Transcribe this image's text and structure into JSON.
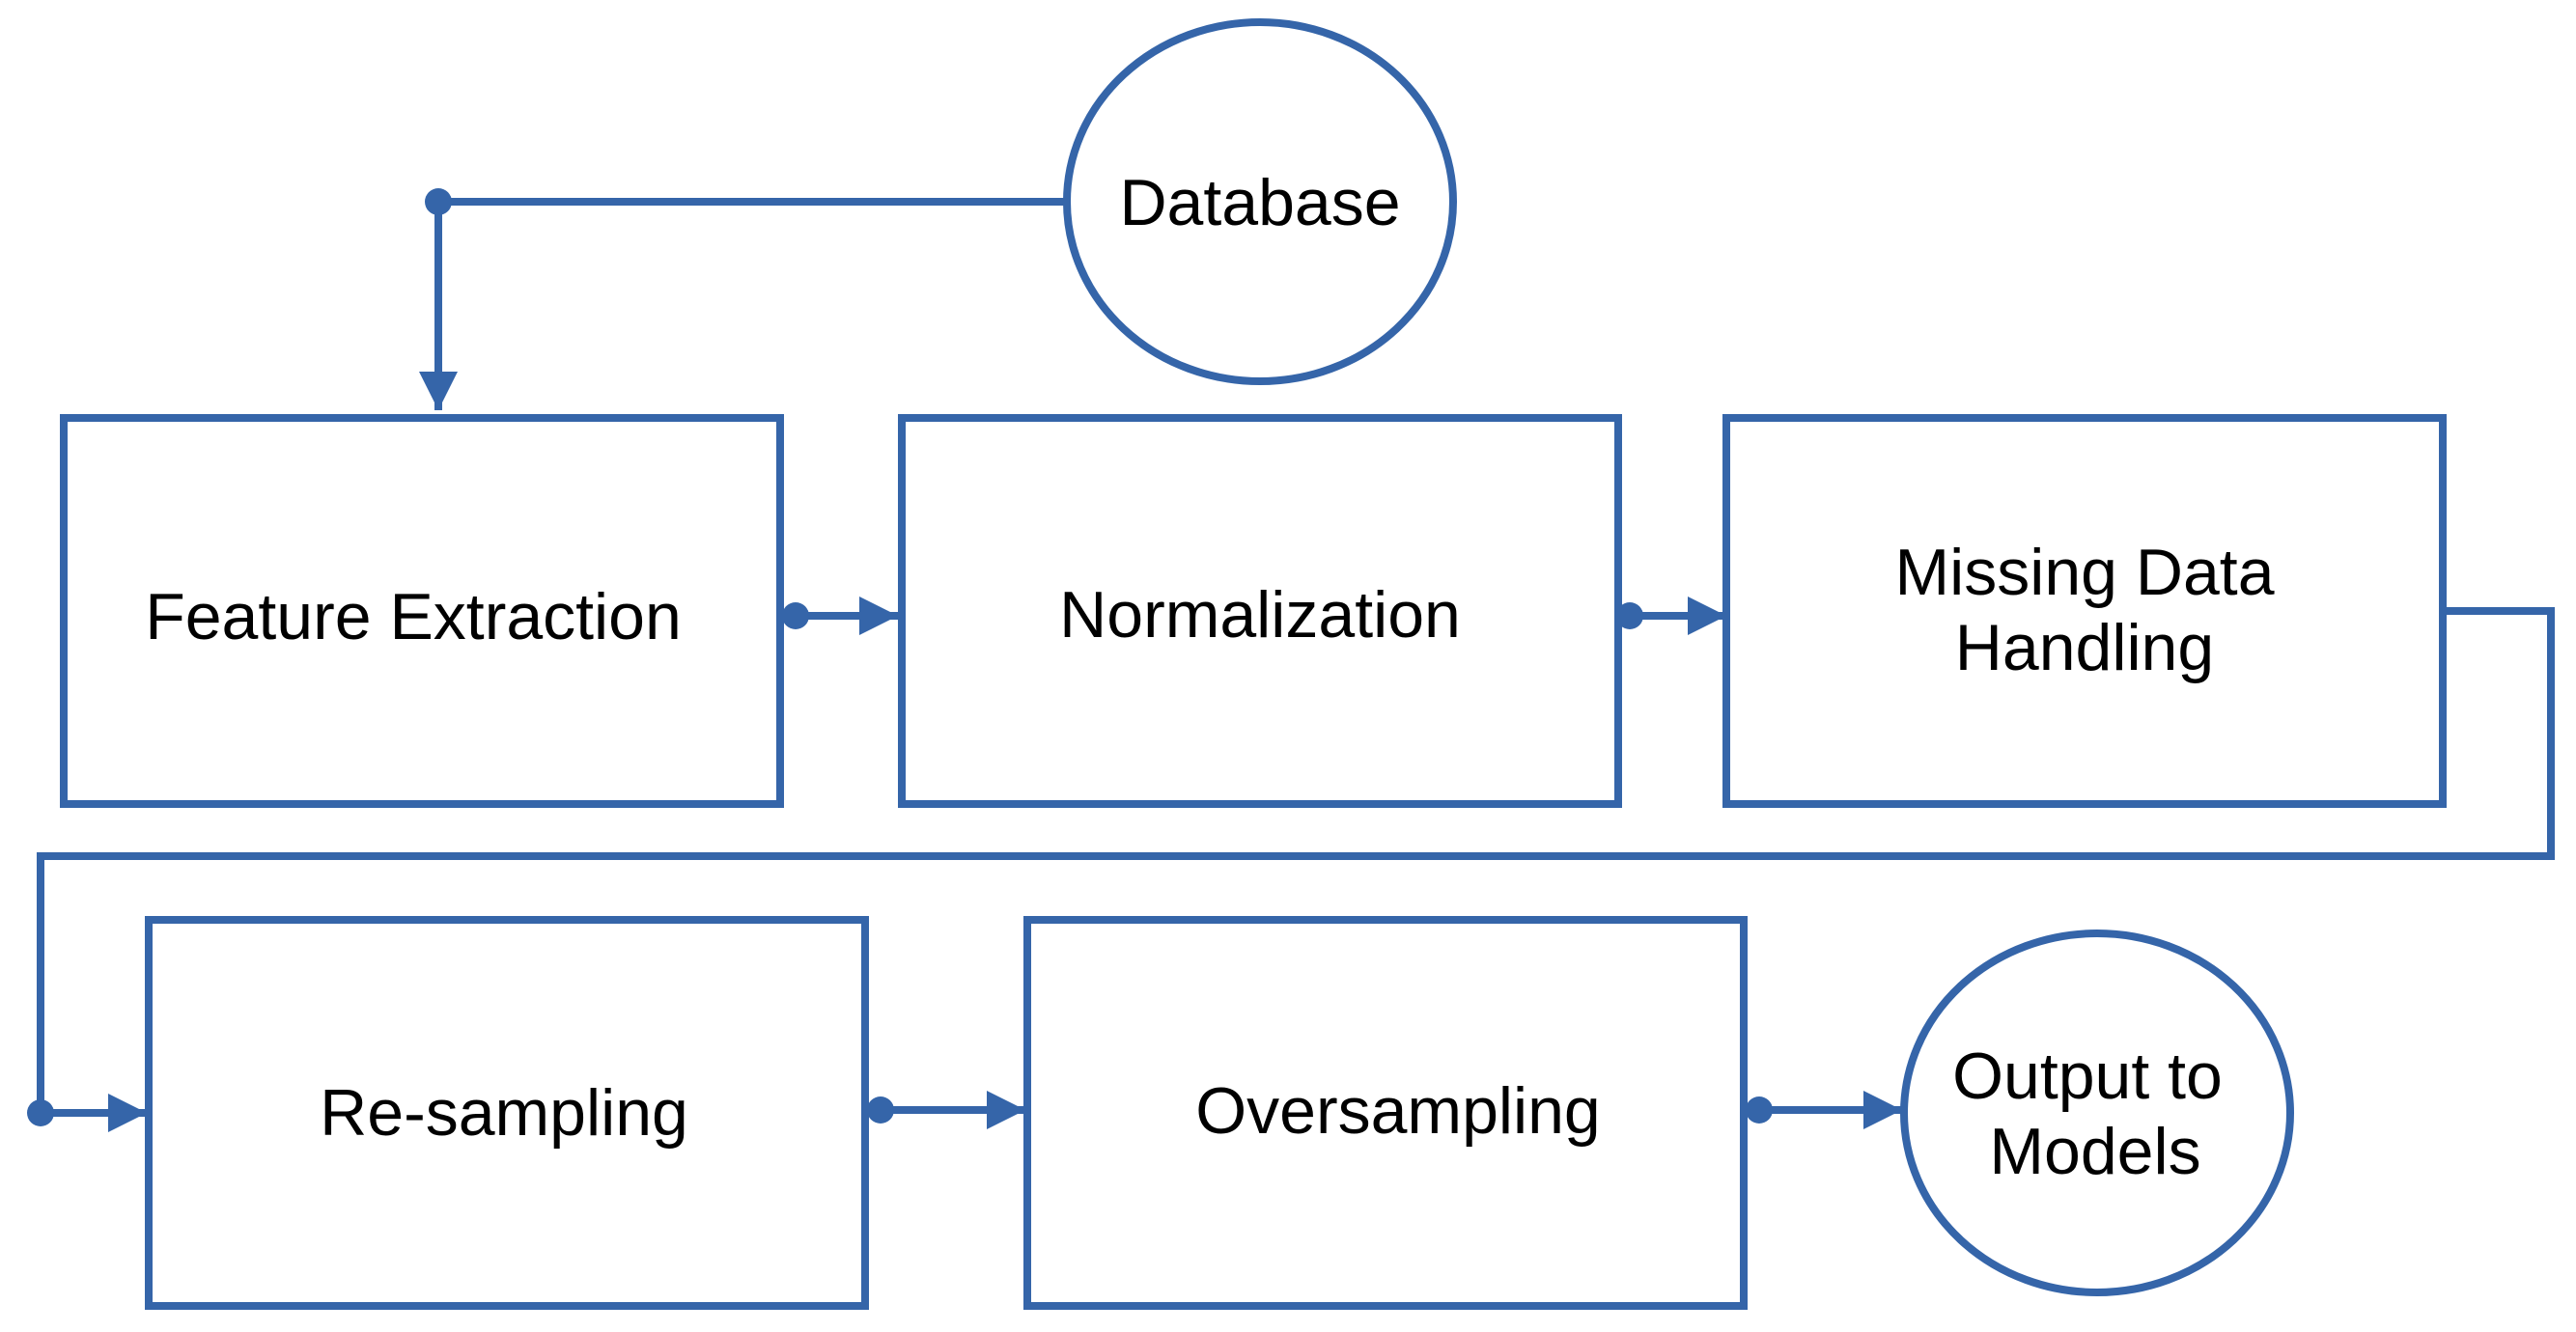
{
  "colors": {
    "stroke": "#3565A9",
    "text": "#000000",
    "background": "#FFFFFF"
  },
  "nodes": {
    "database": {
      "lines": [
        "Database"
      ]
    },
    "feature_extraction": {
      "lines": [
        "Feature Extraction"
      ]
    },
    "normalization": {
      "lines": [
        "Normalization"
      ]
    },
    "missing_data": {
      "lines": [
        "Missing Data",
        "Handling"
      ]
    },
    "resampling": {
      "lines": [
        "Re-sampling"
      ]
    },
    "oversampling": {
      "lines": [
        "Oversampling"
      ]
    },
    "output": {
      "lines": [
        "Output to",
        "Models"
      ]
    }
  }
}
